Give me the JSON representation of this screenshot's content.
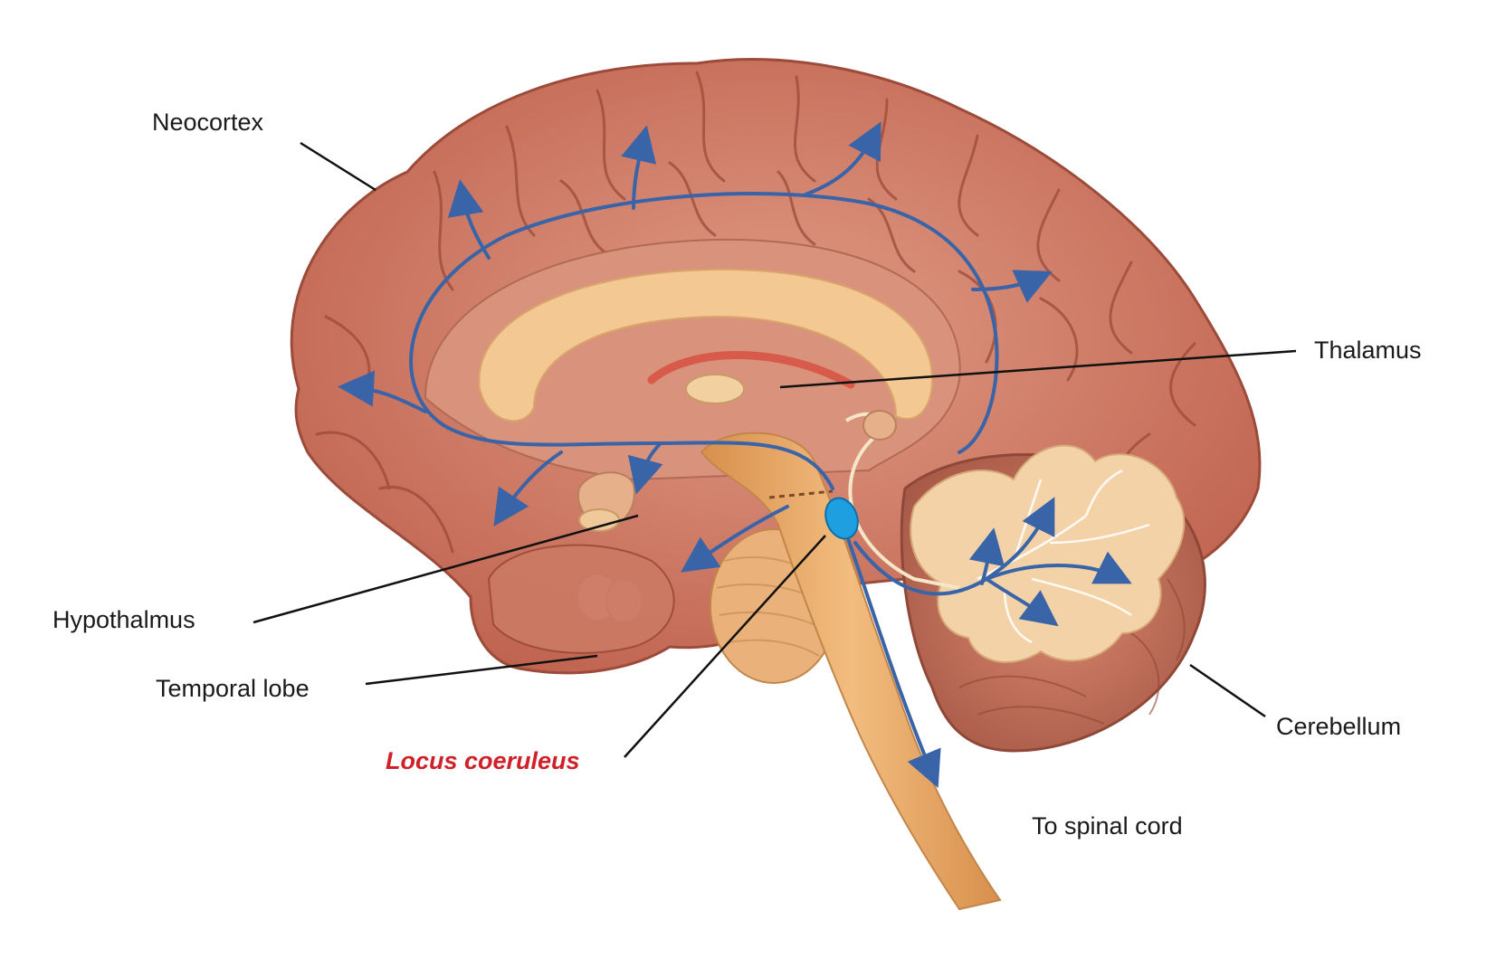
{
  "labels": {
    "neocortex": "Neocortex",
    "thalamus": "Thalamus",
    "hypothalmus": "Hypothalmus",
    "temporal_lobe": "Temporal lobe",
    "locus_coeruleus": "Locus coeruleus",
    "cerebellum": "Cerebellum",
    "spinal_cord": "To spinal cord"
  },
  "colors": {
    "cortex": "#c8705a",
    "cortex_dark": "#9c4a3a",
    "inner_tissue": "#d9927c",
    "corpus_callosum": "#f3c892",
    "brainstem": "#e8a864",
    "cerebellum_folia": "#f4d2a8",
    "pathway": "#3a64a8",
    "locus_marker": "#1ea0e0",
    "highlight_label": "#d0202a"
  }
}
